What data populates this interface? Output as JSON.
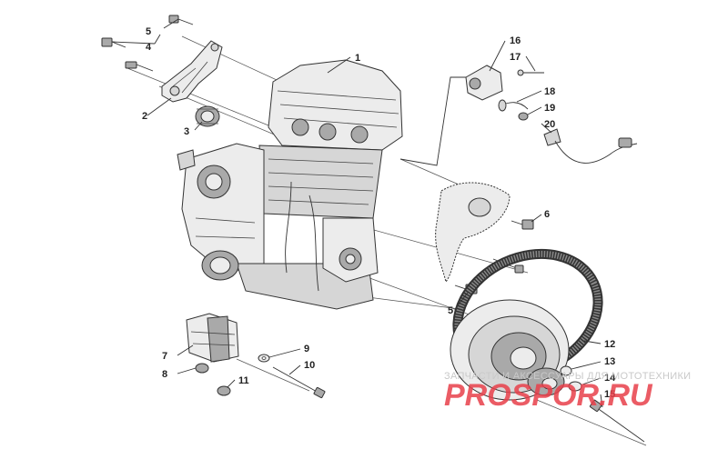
{
  "labels": {
    "n1": "1",
    "n2": "2",
    "n3": "3",
    "n4": "4",
    "n5a": "5",
    "n5b": "5",
    "n6": "6",
    "n7": "7",
    "n8": "8",
    "n9": "9",
    "n10": "10",
    "n11": "11",
    "n12": "12",
    "n13": "13",
    "n14": "14",
    "n15": "15",
    "n16": "16",
    "n17": "17",
    "n18": "18",
    "n19": "19",
    "n20": "20"
  },
  "watermark": {
    "caption": "ЗАПЧАСТИ И АКСЕССУАРЫ ДЛЯ МОТОТЕХНИКИ",
    "brand": "PROSPOR.RU"
  },
  "colors": {
    "watermark_red": "#e8404a",
    "line": "#333333"
  }
}
